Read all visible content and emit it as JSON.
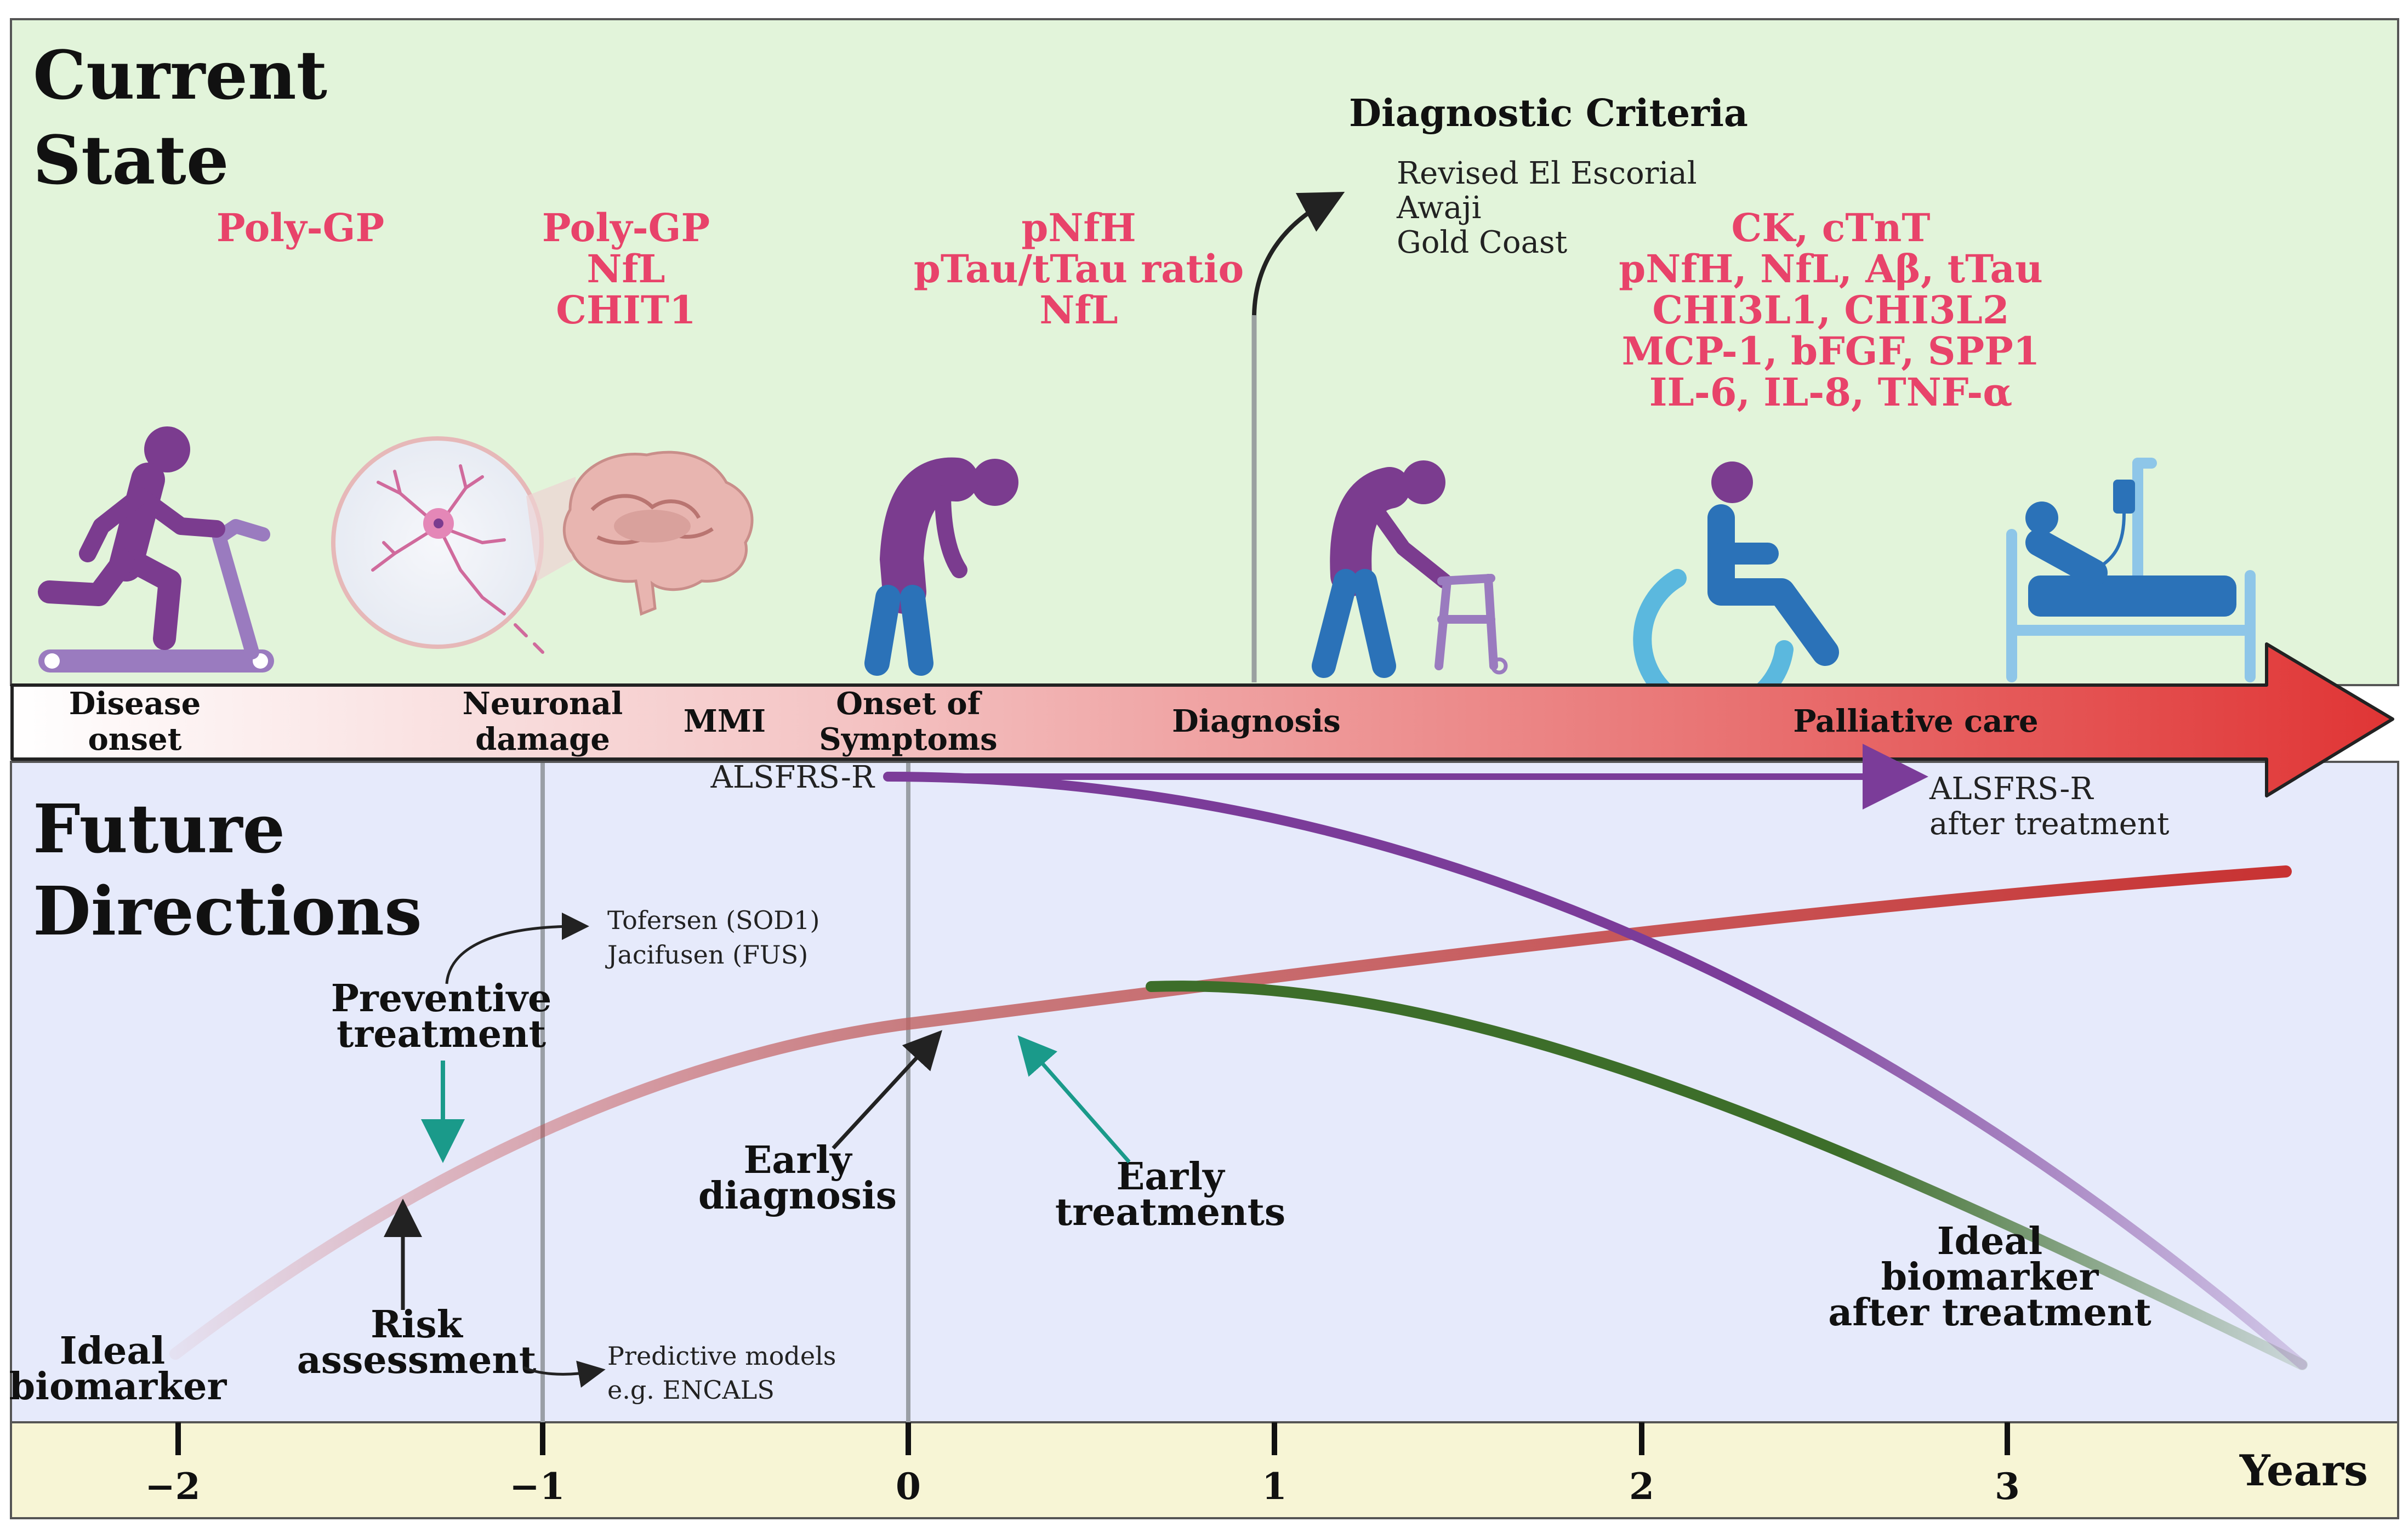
{
  "current_state": {
    "heading": [
      "Current",
      "State"
    ],
    "biomarkers": {
      "disease_onset": [
        "Poly-GP"
      ],
      "neuronal_damage": [
        "Poly-GP",
        "NfL",
        "CHIT1"
      ],
      "symptom_onset": [
        "pNfH",
        "pTau/tTau ratio",
        "NfL"
      ],
      "late_stage": [
        "CK, cTnT",
        "pNfH, NfL, Aβ, tTau",
        "CHI3L1, CHI3L2",
        "MCP-1, bFGF, SPP1",
        "IL-6, IL-8, TNF-α"
      ]
    },
    "diagnostic_criteria": {
      "title": "Diagnostic Criteria",
      "items": [
        "Revised El Escorial",
        "Awaji",
        "Gold Coast"
      ]
    },
    "icons": [
      "treadmill-runner-icon",
      "neuron-icon",
      "brain-icon",
      "stooped-person-icon",
      "walker-person-icon",
      "wheelchair-icon",
      "hospital-bed-icon"
    ]
  },
  "timeline": {
    "stages": {
      "disease_onset": [
        "Disease",
        "onset"
      ],
      "neuronal_damage": [
        "Neuronal",
        "damage"
      ],
      "mmi": "MMI",
      "symptom_onset": [
        "Onset of",
        "Symptoms"
      ],
      "diagnosis": "Diagnosis",
      "palliative": "Palliative care"
    },
    "colors": {
      "arrow_start": "#ffffff",
      "arrow_end": "#e03535"
    }
  },
  "future_directions": {
    "heading": [
      "Future",
      "Directions"
    ],
    "alsfrs_start": "ALSFRS-R",
    "alsfrs_end": [
      "ALSFRS-R",
      "after treatment"
    ],
    "treatments": [
      "Tofersen (SOD1)",
      "Jacifusen (FUS)"
    ],
    "preventive_treatment": [
      "Preventive",
      "treatment"
    ],
    "early_diagnosis": [
      "Early",
      "diagnosis"
    ],
    "early_treatments": [
      "Early",
      "treatments"
    ],
    "risk_assessment": [
      "Risk",
      "assessment"
    ],
    "predictive_models": [
      "Predictive models",
      "e.g. ENCALS"
    ],
    "ideal_biomarker": [
      "Ideal",
      "biomarker"
    ],
    "ideal_biomarker_after": [
      "Ideal",
      "biomarker",
      "after treatment"
    ],
    "colors": {
      "ideal_curve": "#c83232",
      "treated_curve": "#3d6e2a",
      "alsfrs_curve": "#7b3c99",
      "teal_arrow": "#1a9a8a"
    }
  },
  "axis": {
    "ticks": [
      "−2",
      "−1",
      "0",
      "1",
      "2",
      "3"
    ],
    "unit": "Years"
  },
  "colors": {
    "top_bg": "#e2f4da",
    "bottom_bg": "#e6eafb",
    "axis_bg": "#f7f5d5",
    "figure_purple": "#7b3c8f",
    "figure_blue": "#2b72b8",
    "walker": "#9a7bbf",
    "wheelchair_light": "#5bb8de"
  }
}
